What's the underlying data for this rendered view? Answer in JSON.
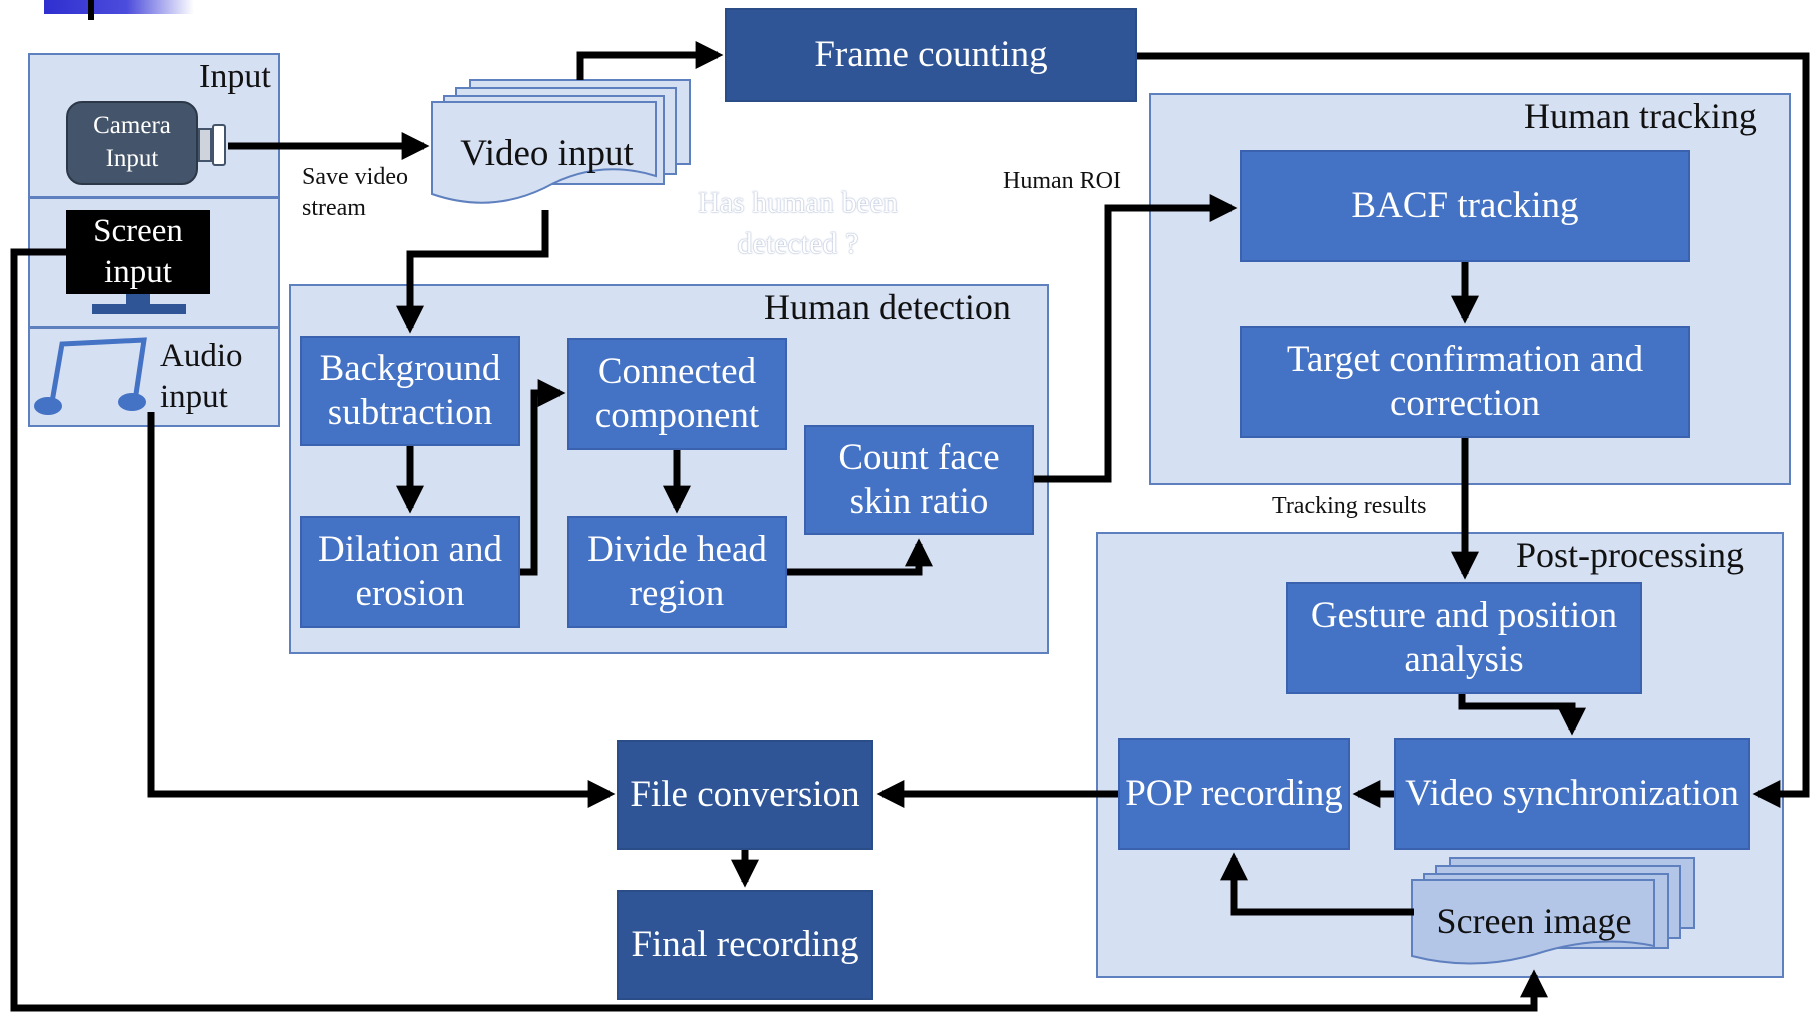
{
  "input_panel": {
    "title": "Input",
    "camera": "Camera Input",
    "screen": "Screen input",
    "audio": "Audio input"
  },
  "documents": {
    "video_input": "Video input",
    "screen_image": "Screen image"
  },
  "labels": {
    "save_video_stream": "Save video stream",
    "human_roi": "Human ROI",
    "tracking_results": "Tracking results",
    "has_human_detected": "Has human been detected ?"
  },
  "frame_counting": "Frame counting",
  "human_detection": {
    "title": "Human detection",
    "background_subtraction": "Background subtraction",
    "dilation_erosion": "Dilation and erosion",
    "connected_component": "Connected component",
    "divide_head_region": "Divide head region",
    "count_face_skin_ratio": "Count face skin ratio"
  },
  "human_tracking": {
    "title": "Human tracking",
    "bacf_tracking": "BACF tracking",
    "target_confirmation": "Target confirmation and correction"
  },
  "post_processing": {
    "title": "Post-processing",
    "gesture_position": "Gesture and position analysis",
    "video_sync": "Video synchronization",
    "pop_recording": "POP recording"
  },
  "file_conversion": "File conversion",
  "final_recording": "Final recording",
  "colors": {
    "panel_fill": "#d6e0f3",
    "panel_border": "#5f80bf",
    "box_mid": "#4472c4",
    "box_dark": "#2f5597",
    "arrow": "#000000"
  }
}
